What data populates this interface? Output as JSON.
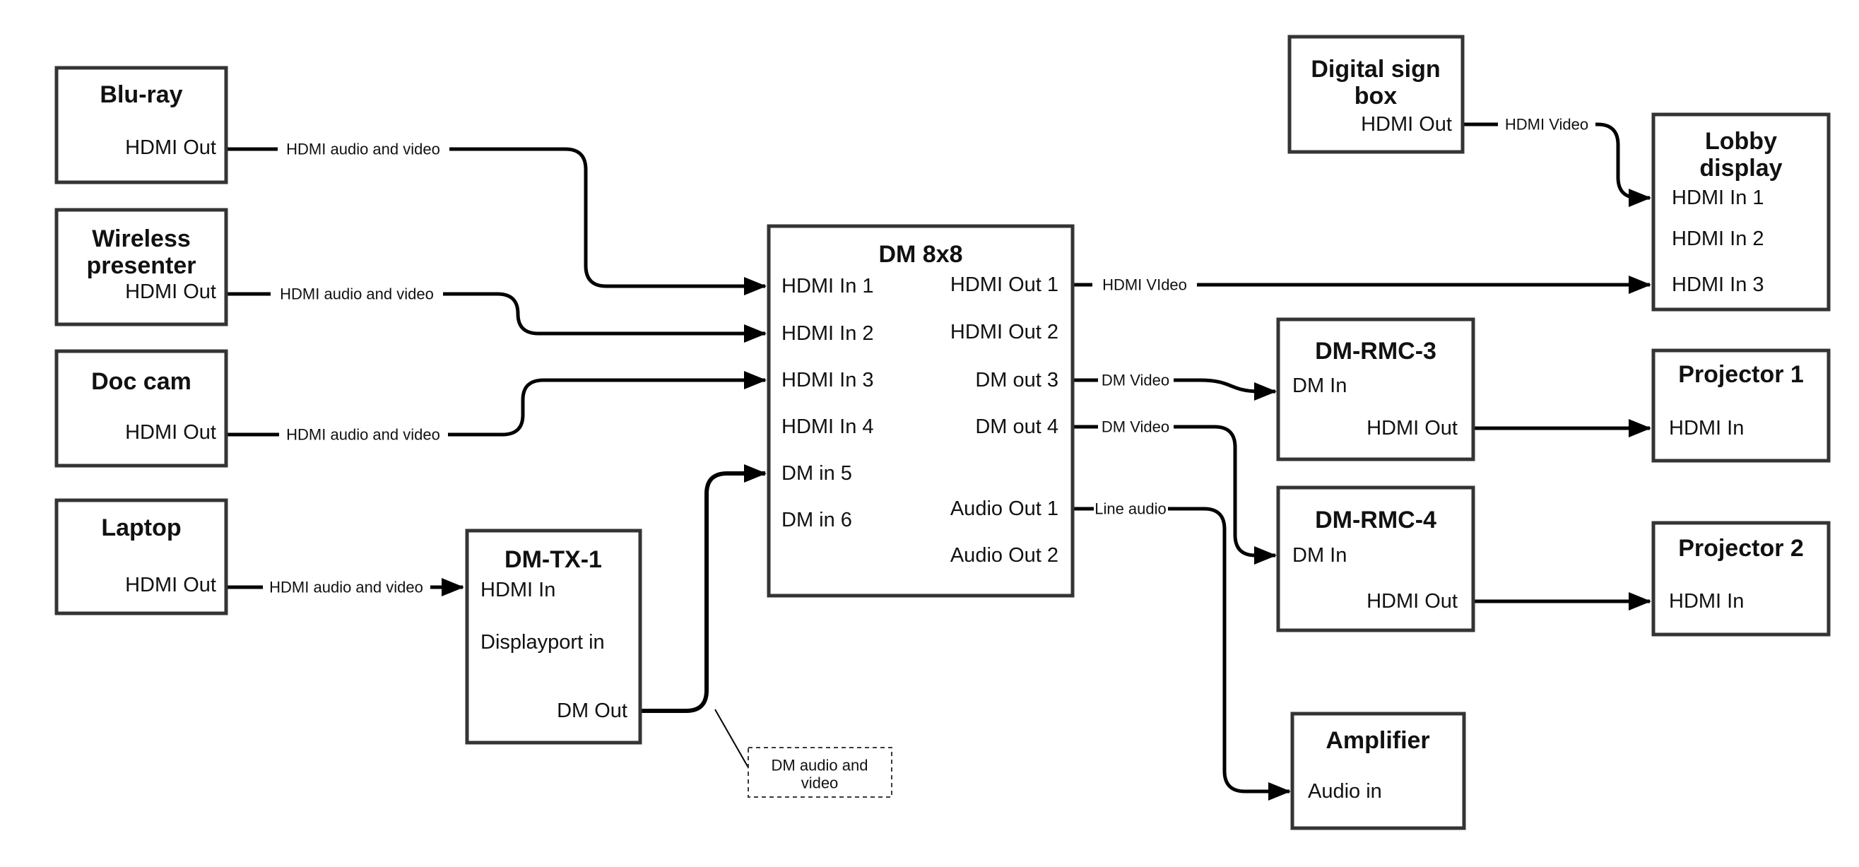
{
  "colors": {
    "background": "#ffffff",
    "line": "#000000",
    "box_border": "#343434",
    "text": "#111111"
  },
  "nodes": {
    "bluray": {
      "title": "Blu-ray",
      "port_hdmi_out": "HDMI Out"
    },
    "wireless": {
      "title_line1": "Wireless",
      "title_line2": "presenter",
      "port_hdmi_out": "HDMI Out"
    },
    "doccam": {
      "title": "Doc cam",
      "port_hdmi_out": "HDMI Out"
    },
    "laptop": {
      "title": "Laptop",
      "port_hdmi_out": "HDMI Out"
    },
    "dmtx1": {
      "title": "DM-TX-1",
      "port_hdmi_in": "HDMI In",
      "port_displayport_in": "Displayport in",
      "port_dm_out": "DM Out"
    },
    "dm8x8": {
      "title": "DM 8x8",
      "port_hdmi_in_1": "HDMI In 1",
      "port_hdmi_in_2": "HDMI In 2",
      "port_hdmi_in_3": "HDMI In 3",
      "port_hdmi_in_4": "HDMI In 4",
      "port_dm_in_5": "DM in 5",
      "port_dm_in_6": "DM in 6",
      "port_hdmi_out_1": "HDMI Out 1",
      "port_hdmi_out_2": "HDMI Out 2",
      "port_dm_out_3": "DM out 3",
      "port_dm_out_4": "DM out 4",
      "port_audio_out_1": "Audio Out 1",
      "port_audio_out_2": "Audio Out 2"
    },
    "digital_sign": {
      "title_line1": "Digital sign",
      "title_line2": "box",
      "port_hdmi_out": "HDMI Out"
    },
    "lobby": {
      "title_line1": "Lobby",
      "title_line2": "display",
      "port_hdmi_in_1": "HDMI In 1",
      "port_hdmi_in_2": "HDMI In 2",
      "port_hdmi_in_3": "HDMI In 3"
    },
    "rmc3": {
      "title": "DM-RMC-3",
      "port_dm_in": "DM In",
      "port_hdmi_out": "HDMI Out"
    },
    "proj1": {
      "title": "Projector 1",
      "port_hdmi_in": "HDMI In"
    },
    "rmc4": {
      "title": "DM-RMC-4",
      "port_dm_in": "DM In",
      "port_hdmi_out": "HDMI Out"
    },
    "proj2": {
      "title": "Projector 2",
      "port_hdmi_in": "HDMI In"
    },
    "amplifier": {
      "title": "Amplifier",
      "port_audio_in": "Audio in"
    }
  },
  "connections": [
    {
      "from": "bluray.hdmi_out",
      "to": "dm8x8.hdmi_in_1",
      "label": "HDMI audio and video"
    },
    {
      "from": "wireless.hdmi_out",
      "to": "dm8x8.hdmi_in_2",
      "label": "HDMI audio and video"
    },
    {
      "from": "doccam.hdmi_out",
      "to": "dm8x8.hdmi_in_3",
      "label": "HDMI audio and video"
    },
    {
      "from": "laptop.hdmi_out",
      "to": "dmtx1.hdmi_in",
      "label": "HDMI audio and video"
    },
    {
      "from": "dmtx1.dm_out",
      "to": "dm8x8.dm_in_5",
      "label": ""
    },
    {
      "from": "dm8x8.hdmi_out_1",
      "to": "lobby.hdmi_in_3",
      "label": "HDMI VIdeo"
    },
    {
      "from": "dm8x8.dm_out_3",
      "to": "rmc3.dm_in",
      "label": "DM Video"
    },
    {
      "from": "dm8x8.dm_out_4",
      "to": "rmc4.dm_in",
      "label": "DM Video"
    },
    {
      "from": "dm8x8.audio_out_1",
      "to": "amplifier.audio_in",
      "label": "Line audio"
    },
    {
      "from": "digital_sign.hdmi_out",
      "to": "lobby.hdmi_in_1",
      "label": "HDMI Video"
    },
    {
      "from": "rmc3.hdmi_out",
      "to": "proj1.hdmi_in",
      "label": ""
    },
    {
      "from": "rmc4.hdmi_out",
      "to": "proj2.hdmi_in",
      "label": ""
    }
  ],
  "note": {
    "line1": "DM audio and",
    "line2": "video"
  }
}
